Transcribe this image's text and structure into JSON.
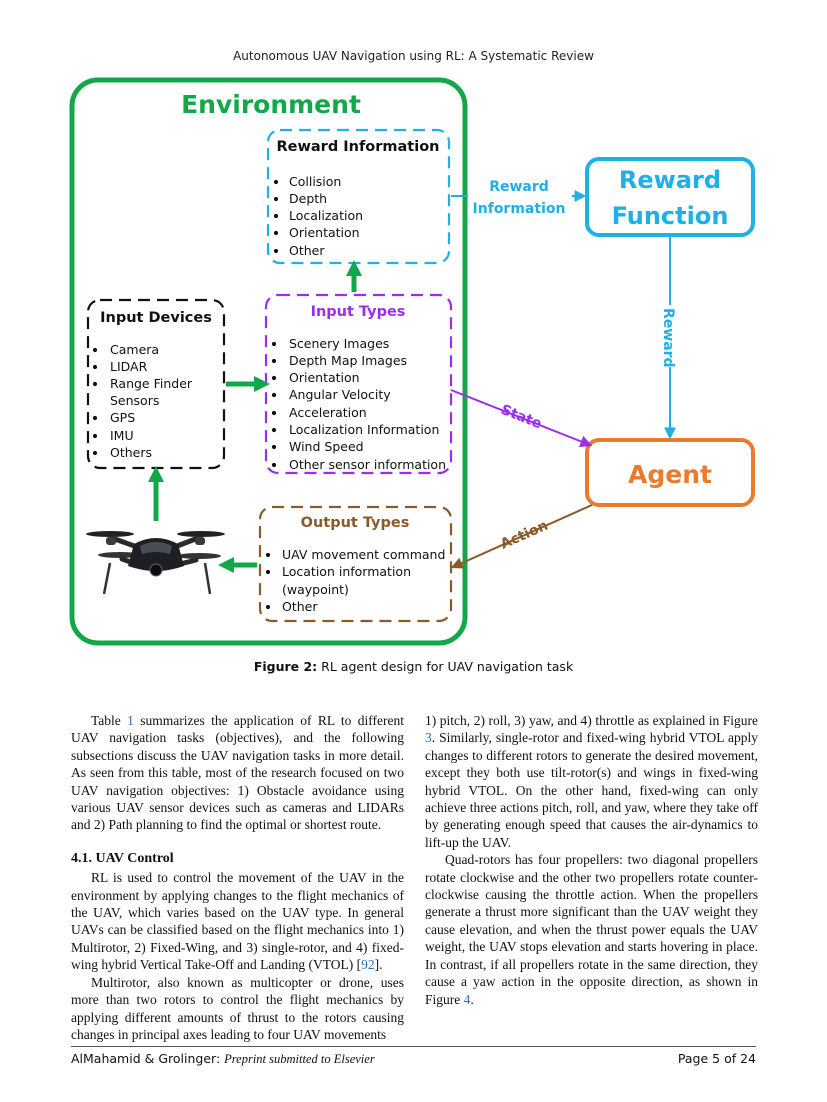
{
  "header": {
    "running_title": "Autonomous UAV Navigation using RL: A Systematic Review"
  },
  "figure": {
    "environment_title": "Environment",
    "reward_info_box": {
      "title": "Reward Information",
      "items": [
        "Collision",
        "Depth",
        "Localization",
        "Orientation",
        "Other"
      ]
    },
    "input_devices_box": {
      "title": "Input Devices",
      "items": [
        "Camera",
        "LIDAR",
        "Range Finder",
        "Sensors",
        "GPS",
        "IMU",
        "Others"
      ]
    },
    "input_types_box": {
      "title": "Input Types",
      "items": [
        "Scenery Images",
        "Depth Map Images",
        "Orientation",
        "Angular Velocity",
        "Acceleration",
        "Localization Information",
        "Wind Speed",
        "Other sensor information"
      ]
    },
    "output_types_box": {
      "title": "Output Types",
      "items": [
        "UAV movement command",
        "Location information",
        "(waypoint)",
        "Other"
      ]
    },
    "reward_function_box": {
      "line1": "Reward",
      "line2": "Function"
    },
    "agent_box": {
      "label": "Agent"
    },
    "arrow_labels": {
      "reward_information_1": "Reward",
      "reward_information_2": "Information",
      "reward": "Reward",
      "state": "State",
      "action": "Action"
    },
    "colors": {
      "environment": "#12a84a",
      "reward": "#1fb0e6",
      "input_types": "#9b2cf0",
      "input_devices": "#111111",
      "output_types": "#8a5a2b",
      "agent": "#ea7a2e"
    },
    "caption_label": "Figure 2:",
    "caption_text": "RL agent design for UAV navigation task"
  },
  "body": {
    "left_p1_a": "Table ",
    "left_p1_ref": "1",
    "left_p1_b": " summarizes the application of RL to different UAV navigation tasks (objectives), and the following subsections discuss the UAV navigation tasks in more detail. As seen from this table, most of the research focused on two UAV navigation objectives: 1) Obstacle avoidance using various UAV sensor devices such as cameras and LIDARs and 2) Path planning to find the optimal or shortest route.",
    "section_title": "4.1. UAV Control",
    "left_p2_a": "RL is used to control the movement of the UAV in the environment by applying changes to the flight mechanics of the UAV, which varies based on the UAV type. In general UAVs can be classified based on the flight mechanics into 1) Multirotor, 2) Fixed-Wing, and 3) single-rotor, and 4) fixed-wing hybrid Vertical Take-Off and Landing (VTOL) [",
    "left_p2_ref": "92",
    "left_p2_b": "].",
    "left_p3": "Multirotor, also known as multicopter or drone, uses more than two rotors to control the flight mechanics by applying different amounts of thrust to the rotors causing changes in principal axes leading to four UAV movements",
    "right_p1_a": "1) pitch, 2) roll, 3) yaw, and 4) throttle as explained in Figure ",
    "right_p1_ref": "3",
    "right_p1_b": ". Similarly, single-rotor and fixed-wing hybrid VTOL apply changes to different rotors to generate the desired movement, except they both use tilt-rotor(s) and wings in fixed-wing hybrid VTOL. On the other hand, fixed-wing can only achieve three actions pitch, roll, and yaw, where they take off by generating enough speed that causes the air-dynamics to lift-up the UAV.",
    "right_p2_a": "Quad-rotors has four propellers: two diagonal propellers rotate clockwise and the other two propellers rotate counter-clockwise causing the throttle action. When the propellers generate a thrust more significant than the UAV weight they cause elevation, and when the thrust power equals the UAV weight, the UAV stops elevation and starts hovering in place. In contrast, if all propellers rotate in the same direction, they cause a yaw action in the opposite direction, as shown in Figure ",
    "right_p2_ref": "4",
    "right_p2_b": "."
  },
  "footer": {
    "authors": "AlMahamid & Grolinger: ",
    "journal": "Preprint submitted to Elsevier",
    "page": "Page 5 of 24"
  }
}
